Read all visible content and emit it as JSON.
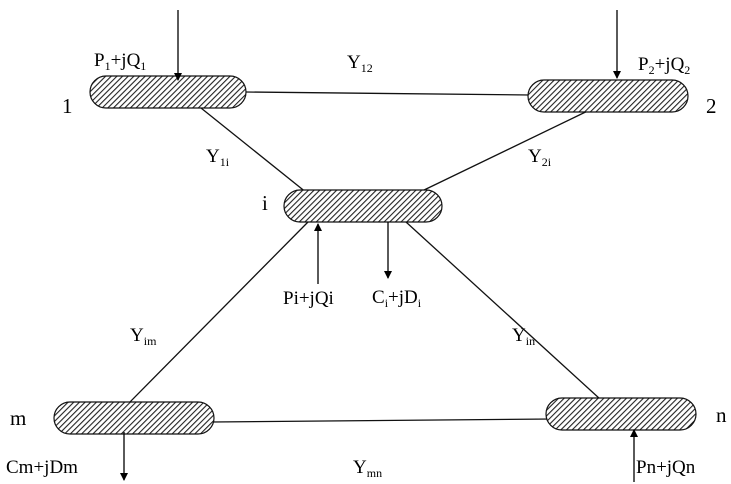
{
  "buses": {
    "bus_1": {
      "number": "1",
      "injection": {
        "p": "P",
        "p_sub": "1",
        "mid": "+jQ",
        "q_sub": "1"
      }
    },
    "bus_2": {
      "number": "2",
      "injection": {
        "p": "P",
        "p_sub": "2",
        "mid": "+jQ",
        "q_sub": "2"
      }
    },
    "bus_i": {
      "number": "i",
      "generation": "Pi+jQi",
      "load": {
        "c": "C",
        "c_sub": "i",
        "mid": "+jD",
        "d_sub": "i"
      }
    },
    "bus_m": {
      "number": "m",
      "load": "Cm+jDm"
    },
    "bus_n": {
      "number": "n",
      "generation": "Pn+jQn"
    }
  },
  "admittances": {
    "y12": {
      "symbol": "Y",
      "sub": "12"
    },
    "y1i": {
      "symbol": "Y",
      "sub": "1i"
    },
    "y2i": {
      "symbol": "Y",
      "sub": "2i"
    },
    "yim": {
      "symbol": "Y",
      "sub": "im"
    },
    "yin": {
      "symbol": "Y",
      "sub": "in"
    },
    "ymn": {
      "symbol": "Y",
      "sub": "mn"
    }
  }
}
